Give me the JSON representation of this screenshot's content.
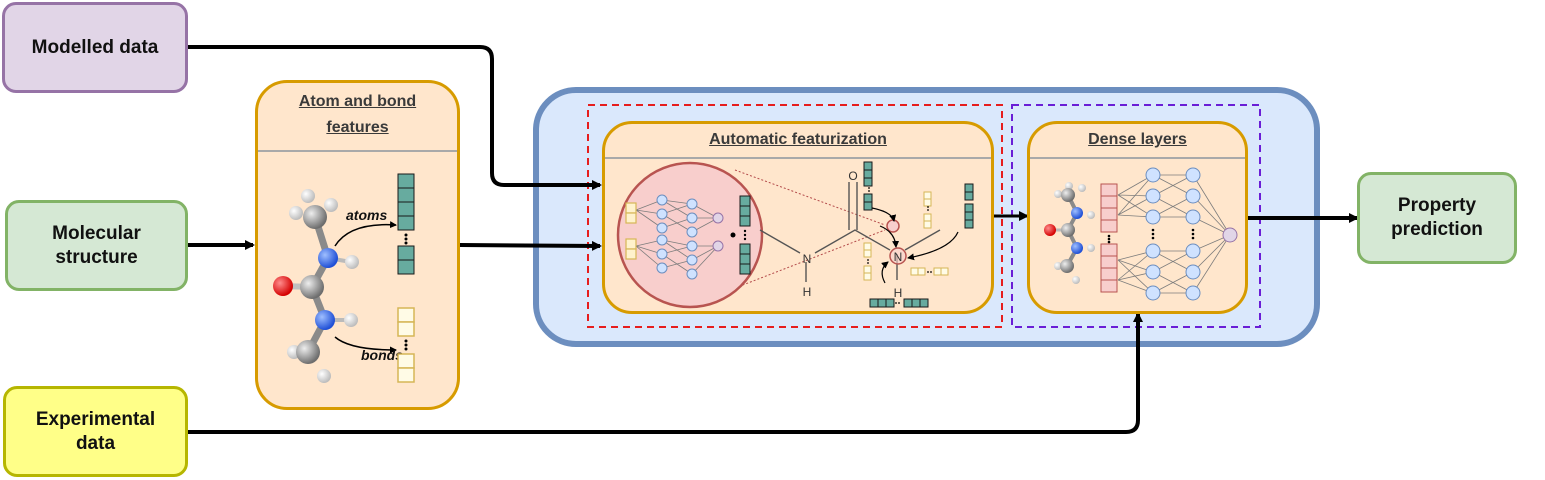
{
  "inputs": {
    "modelled": "Modelled data",
    "molecular": "Molecular structure",
    "experimental": "Experimental data"
  },
  "output": {
    "label": "Property prediction"
  },
  "features_panel": {
    "title": "Atom and bond features",
    "atoms_label": "atoms",
    "bonds_label": "bonds"
  },
  "featurization_panel": {
    "title": "Automatic featurization",
    "atom_o": "O",
    "atom_n_left": "N",
    "atom_h_left": "H",
    "atom_n_right": "N",
    "atom_h_right": "H"
  },
  "dense_panel": {
    "title": "Dense layers"
  },
  "colors": {
    "modelled_fill": "#e1d5e7",
    "modelled_border": "#9673a6",
    "molecular_fill": "#d5e8d4",
    "molecular_border": "#82b366",
    "experimental_fill": "#ffff88",
    "experimental_border": "#b6b600",
    "panel_fill": "#ffe6cc",
    "panel_border": "#d79b00",
    "model_container_fill": "#dae8fc",
    "model_container_border": "#6c8ebf",
    "red_dash": "#e61d1d",
    "purple_dash": "#6a1ed6",
    "node_fill": "#cfe2ff",
    "node_stroke": "#6c8ebf",
    "vector_fill": "#67ab9f",
    "bond_vec_stroke": "#d6b656"
  }
}
